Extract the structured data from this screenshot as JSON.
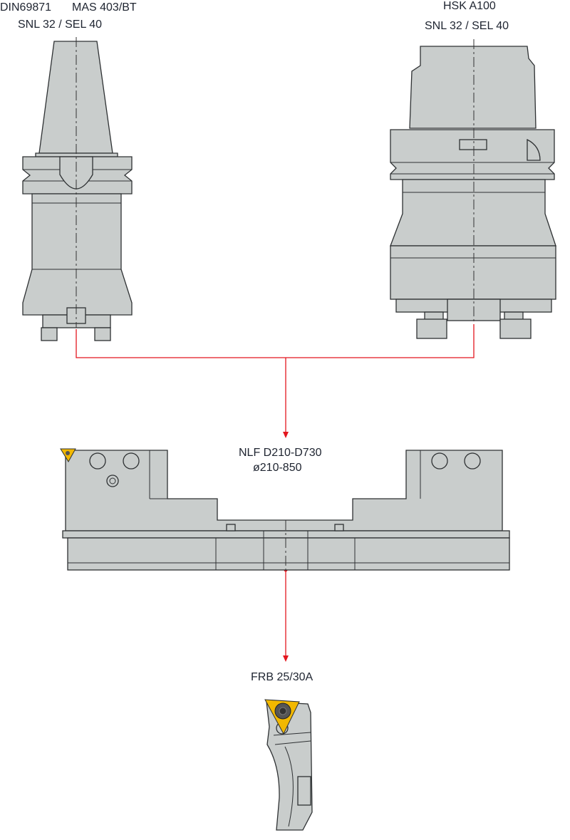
{
  "left_holder": {
    "standard": "DIN69871",
    "type": "MAS 403/BT",
    "size": "SNL 32 / SEL 40"
  },
  "right_holder": {
    "type": "HSK A100",
    "size": "SNL 32 / SEL 40"
  },
  "boring_head": {
    "name": "NLF D210-D730",
    "range": "ø210-850"
  },
  "cartridge": {
    "name": "FRB 25/30A"
  },
  "colors": {
    "connector": "#e3161e",
    "body": "#c9cdcc",
    "insert": "#f2b800",
    "outline": "#2e3133"
  }
}
